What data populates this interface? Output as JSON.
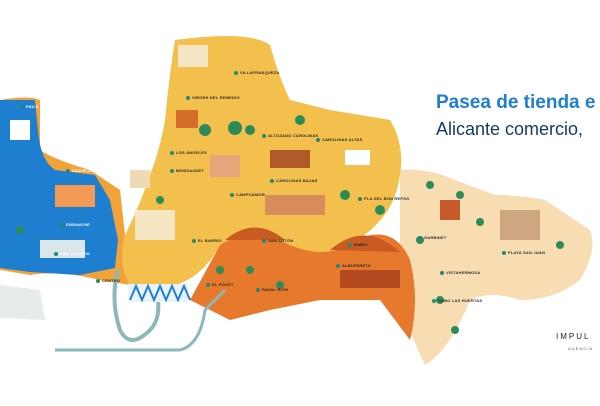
{
  "headline": "Pasea de tienda e",
  "subheadline": "Alicante comercio,",
  "brand": {
    "name": "IMPUL",
    "tagline": "AGENCIA"
  },
  "labels": {
    "pau5": "PAU 5",
    "san_blas": "SAN BLAS",
    "ensanche": "ENSANCHE",
    "san_antonio": "SAN ANTONIO",
    "centro": "CENTRO",
    "villafranqueza": "VILLAFRANQUEZA",
    "virgen_remedio": "VIRGEN DEL REMEDIO",
    "los_angeles": "LOS ÁNGELES",
    "altozano": "ALTOZANO CAROLINAS",
    "carolinas_altas": "CAROLINAS ALTAS",
    "benisaudet": "BENISAUDET",
    "campoamor": "CAMPOAMOR",
    "carolinas_bajas": "CAROLINAS BAJAS",
    "pla_del_bon_repos": "PLA DEL BON REPÒS",
    "el_barrio": "EL BARRIO",
    "san_anton": "SAN ANTÓN",
    "raval_roig": "RAVAL ROIG",
    "el_pocet": "EL POCET",
    "albufereta": "ALBUFERETA",
    "babel": "BABEL",
    "garbinet": "GARBINET",
    "playa_san_juan": "PLAYA SAN JUAN",
    "vistahermosa": "VISTAHERMOSA",
    "cabo_huertas": "CABO LAS HUERTAS"
  },
  "colors": {
    "sea": "#1e7fd0",
    "land_yellow": "#f3c04e",
    "land_orange": "#e6792c",
    "land_light": "#f8dcb2",
    "road": "#8bb8b8",
    "headline": "#1e7fd0",
    "subline": "#143a68"
  },
  "icons": [
    "palm-tree-icon",
    "building-icon",
    "church-icon",
    "castle-icon",
    "beach-umbrella-icon"
  ]
}
